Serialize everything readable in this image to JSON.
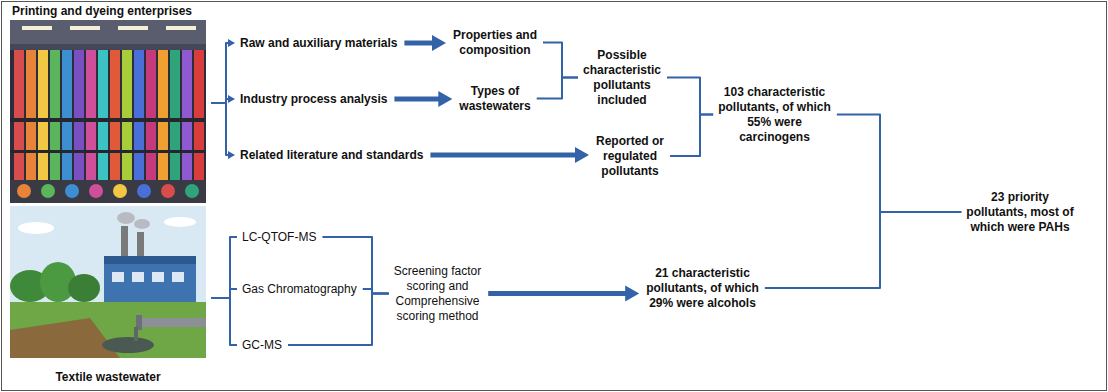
{
  "diagram": {
    "nodes": [
      {
        "text": [
          "Printing and dyeing enterprises"
        ]
      },
      {
        "text": [
          "Raw and auxiliary materials"
        ]
      },
      {
        "text": [
          "Industry process analysis"
        ]
      },
      {
        "text": [
          "Related literature and standards"
        ]
      },
      {
        "text": [
          "Properties and composition"
        ]
      },
      {
        "text": [
          "Types of wastewaters"
        ]
      },
      {
        "text": [
          "Possible characteristic pollutants included"
        ]
      },
      {
        "text": [
          "Reported or regulated pollutants"
        ]
      },
      {
        "text": [
          "103 characteristic pollutants, of which 55% were carcinogens"
        ]
      },
      {
        "text": [
          "23 priority pollutants, most of which were PAHs"
        ]
      },
      {
        "text": [
          "Textile wastewater"
        ]
      },
      {
        "text": [
          "LC-QTOF-MS"
        ]
      },
      {
        "text": [
          "Gas Chromatography"
        ]
      },
      {
        "text": [
          "GC-MS"
        ]
      },
      {
        "text": [
          "Screening factor scoring and Comprehensive scoring method"
        ]
      },
      {
        "text": [
          "21 characteristic pollutants, of which 29% were alcohols"
        ]
      }
    ],
    "edges": [
      {
        "from": 0,
        "to": 1,
        "arrow": "to"
      },
      {
        "from": 0,
        "to": 2,
        "arrow": "to"
      },
      {
        "from": 0,
        "to": 3,
        "arrow": "to"
      },
      {
        "from": 1,
        "to": 4,
        "arrow": "to"
      },
      {
        "from": 2,
        "to": 5,
        "arrow": "to"
      },
      {
        "from": 3,
        "to": 7,
        "arrow": "to"
      },
      {
        "from": 4,
        "to": 6,
        "arrow": "none"
      },
      {
        "from": 5,
        "to": 6,
        "arrow": "none"
      },
      {
        "from": 6,
        "to": 8,
        "arrow": "none"
      },
      {
        "from": 7,
        "to": 8,
        "arrow": "none"
      },
      {
        "from": 8,
        "to": 9,
        "arrow": "none"
      },
      {
        "from": 15,
        "to": 9,
        "arrow": "none"
      },
      {
        "from": 10,
        "to": 11,
        "arrow": "none"
      },
      {
        "from": 10,
        "to": 12,
        "arrow": "none"
      },
      {
        "from": 10,
        "to": 13,
        "arrow": "none"
      },
      {
        "from": 11,
        "to": 14,
        "arrow": "none"
      },
      {
        "from": 12,
        "to": 14,
        "arrow": "none"
      },
      {
        "from": 13,
        "to": 14,
        "arrow": "none"
      },
      {
        "from": 14,
        "to": 15,
        "arrow": "to"
      }
    ]
  }
}
